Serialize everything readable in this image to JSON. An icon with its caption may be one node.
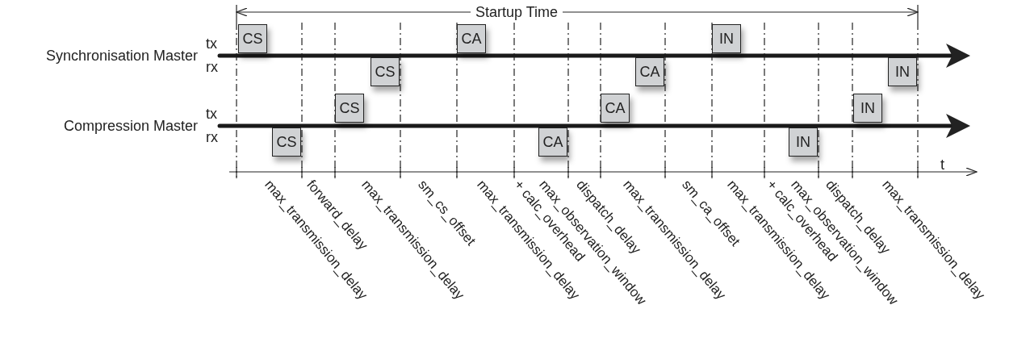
{
  "diagram": {
    "nodes": [
      {
        "text": [
          "CS"
        ]
      },
      {
        "text": [
          "CA"
        ]
      },
      {
        "text": [
          "IN"
        ]
      },
      {
        "text": [
          "CS"
        ]
      },
      {
        "text": [
          "CA"
        ]
      },
      {
        "text": [
          "IN"
        ]
      },
      {
        "text": [
          "CS"
        ]
      },
      {
        "text": [
          "CA"
        ]
      },
      {
        "text": [
          "IN"
        ]
      },
      {
        "text": [
          "CS"
        ]
      },
      {
        "text": [
          "CA"
        ]
      },
      {
        "text": [
          "IN"
        ]
      }
    ],
    "labels": [
      "Startup Time",
      "tx",
      "Synchronisation Master",
      "rx",
      "tx",
      "Compression Master",
      "rx",
      "t",
      "max_transmission_delay",
      "forward_delay",
      "max_transmission_delay",
      "sm_cs_offset",
      "max_transmission_delay",
      "+ calc_overhead",
      "max_observation_window",
      "dispatch_delay",
      "max_transmission_delay",
      "sm_ca_offset",
      "max_transmission_delay",
      "+ calc_overhead",
      "max_observation_window",
      "dispatch_delay",
      "max_transmission_delay"
    ]
  }
}
